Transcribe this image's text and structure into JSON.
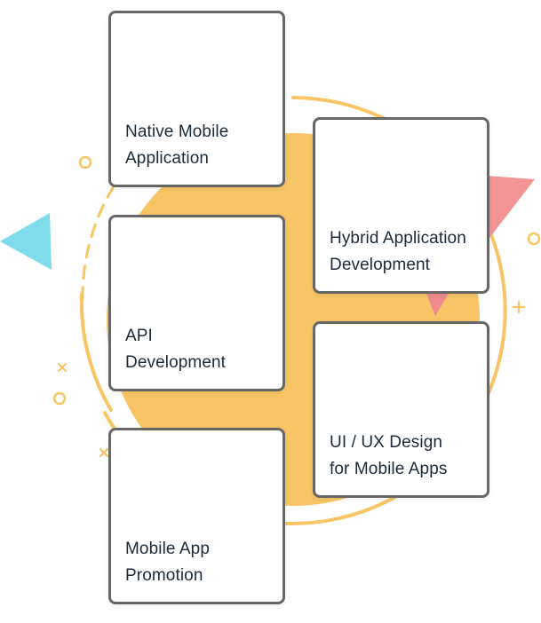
{
  "colors": {
    "blob": "#f7c566",
    "ring": "#f7c566",
    "triangle_left": "#7fdcea",
    "triangle_right": "#f39595",
    "triangle_small": "#ef8b8b",
    "card_border": "#676767",
    "card_text": "#1b2a3a"
  },
  "decorations": {
    "blob": "yellow-circle",
    "ring": "dashed-ring",
    "left_triangle_icon": "cyan-triangle",
    "right_triangle_icon": "pink-triangle",
    "small_circles": "circle-outline-icon",
    "crosses": "cross-icon",
    "plus": "plus-icon"
  },
  "services": [
    {
      "id": "native",
      "label": "Native Mobile\nApplication"
    },
    {
      "id": "hybrid",
      "label": "Hybrid Application\nDevelopment"
    },
    {
      "id": "api",
      "label": "API\nDevelopment"
    },
    {
      "id": "uiux",
      "label": "UI / UX Design\nfor Mobile Apps"
    },
    {
      "id": "promo",
      "label": "Mobile App\nPromotion"
    }
  ]
}
